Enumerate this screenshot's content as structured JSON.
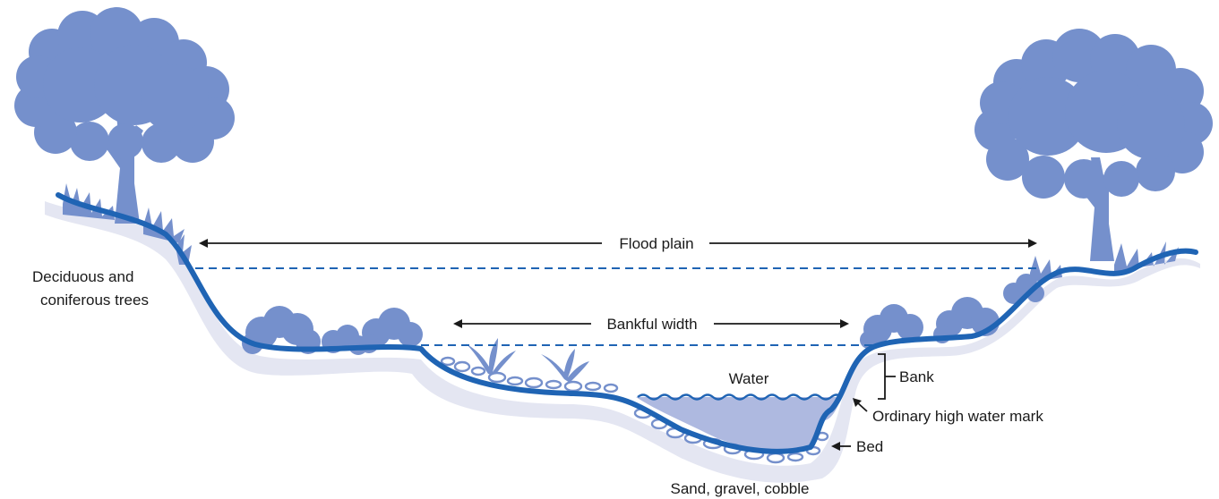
{
  "labels": {
    "flood_plain": "Flood plain",
    "bankful_width": "Bankful width",
    "trees_line1": "Deciduous and",
    "trees_line2": "coniferous trees",
    "water": "Water",
    "bank": "Bank",
    "ordinary_high_water_mark": "Ordinary high water mark",
    "bed": "Bed",
    "substrate": "Sand, gravel, cobble"
  },
  "colors": {
    "ground_line": "#1f64b4",
    "vegetation": "#7590cc",
    "water": "#aeb9e0",
    "ground_shadow": "#e4e6f2",
    "text": "#1a1a1a"
  },
  "icons": [
    "tree-icon",
    "shrub-icon",
    "fern-icon",
    "grass-icon",
    "stone-icon"
  ]
}
